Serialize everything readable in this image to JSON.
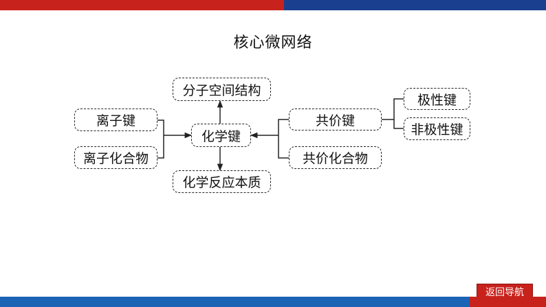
{
  "title": "核心微网络",
  "nodes": {
    "center": "化学键",
    "top": "分子空间结构",
    "bottom": "化学反应本质",
    "left_top": "离子键",
    "left_bottom": "离子化合物",
    "right_top": "共价键",
    "right_bottom": "共价化合物",
    "far_right_top": "极性键",
    "far_right_bottom": "非极性键"
  },
  "nav_button": "返回导航",
  "colors": {
    "top_bar_red": "#c8221c",
    "top_bar_blue": "#1b3f8f",
    "bottom_bar_blue": "#1b63b5",
    "nav_red": "#c8221c"
  }
}
